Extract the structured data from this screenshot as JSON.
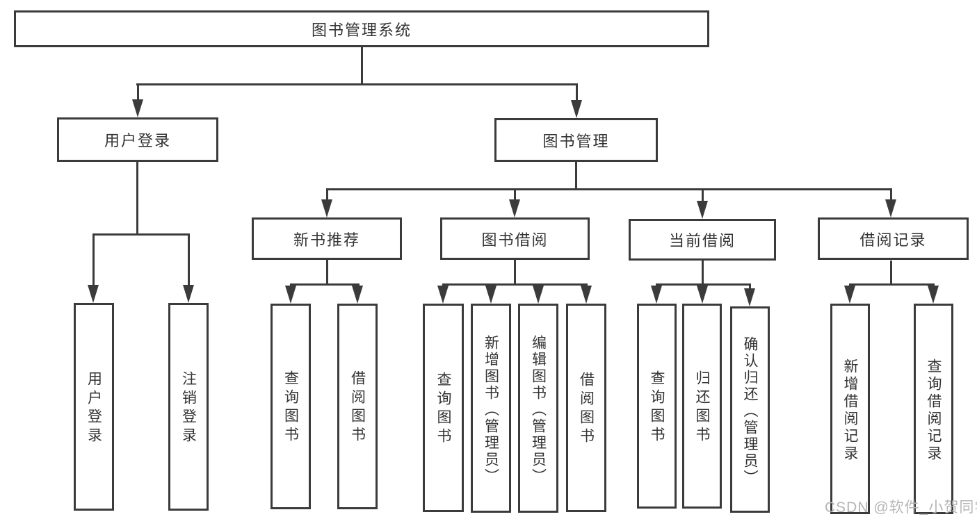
{
  "nodes": {
    "root": {
      "label": "图书管理系统"
    },
    "user_login": {
      "label": "用户登录"
    },
    "book_mgmt": {
      "label": "图书管理"
    },
    "new_book": {
      "label": "新书推荐"
    },
    "book_borrow": {
      "label": "图书借阅"
    },
    "current_borrow": {
      "label": "当前借阅"
    },
    "borrow_record": {
      "label": "借阅记录"
    },
    "user_login_children": [
      {
        "label": "用户登录"
      },
      {
        "label": "注销登录"
      }
    ],
    "new_book_children": [
      {
        "label": "查询图书"
      },
      {
        "label": "借阅图书"
      }
    ],
    "book_borrow_children": [
      {
        "label": "查询图书"
      },
      {
        "label": "新增图书（管理员）"
      },
      {
        "label": "编辑图书（管理员）"
      },
      {
        "label": "借阅图书"
      }
    ],
    "current_borrow_children": [
      {
        "label": "查询图书"
      },
      {
        "label": "归还图书"
      },
      {
        "label": "确认归还（管理员）"
      }
    ],
    "borrow_record_children": [
      {
        "label": "新增借阅记录"
      },
      {
        "label": "查询借阅记录"
      }
    ]
  },
  "watermark": {
    "text": "CSDN @软件_小贺同学"
  },
  "colors": {
    "line": "#3b3b3b",
    "text": "#333333",
    "watermark": "#b5b5b5",
    "background": "#ffffff"
  }
}
